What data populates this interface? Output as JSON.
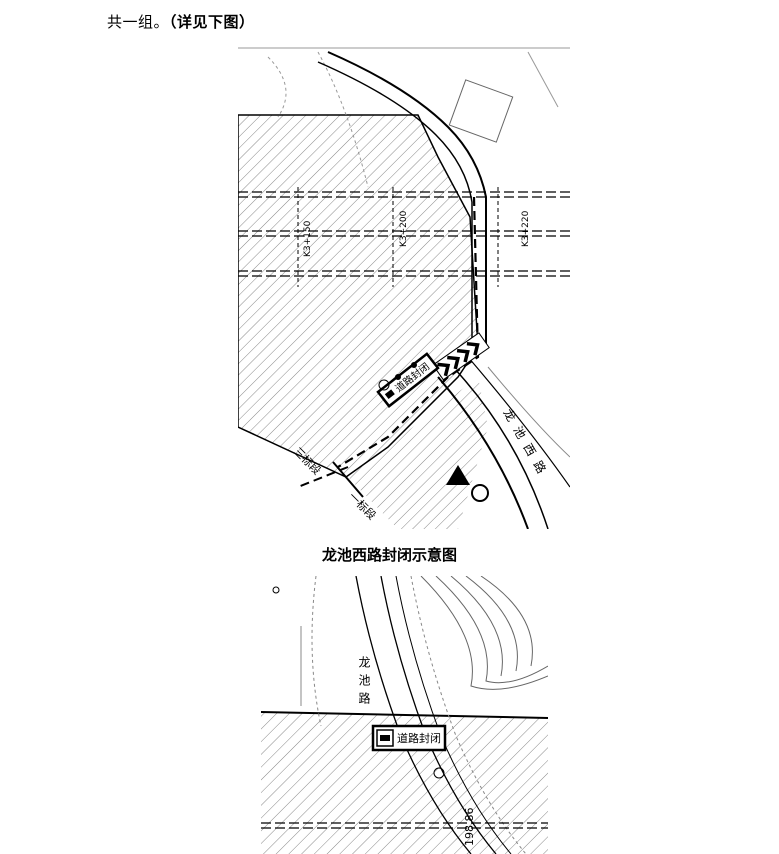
{
  "intro": {
    "text": "共一组。",
    "bold": "（详见下图）"
  },
  "figure1": {
    "sign_label": "道路封闭",
    "road_name": "龙池西路",
    "section_a": "三标段",
    "section_b": "一标段",
    "stations": [
      "K3+150",
      "K3+200",
      "K3+220"
    ]
  },
  "caption": "龙池西路封闭示意图",
  "figure2": {
    "sign_label": "道路封闭",
    "road_name": "龙池路",
    "elevation": "198.86"
  }
}
